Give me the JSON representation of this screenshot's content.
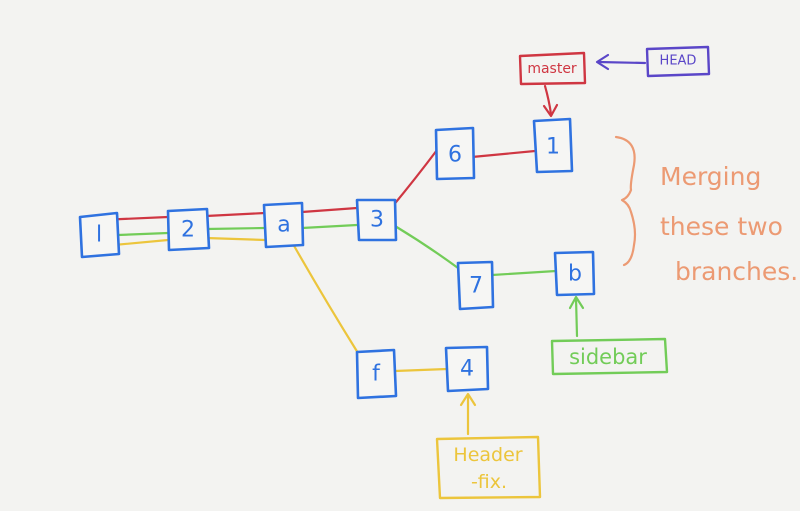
{
  "colors": {
    "node": "#2f72e0",
    "master": "#cf3642",
    "head": "#5a46c8",
    "sidebar": "#72cc58",
    "header_fix": "#ecc53c",
    "note": "#ec9a73"
  },
  "nodes": [
    {
      "id": "n-l",
      "label": "l"
    },
    {
      "id": "n-2",
      "label": "2"
    },
    {
      "id": "n-a",
      "label": "a"
    },
    {
      "id": "n-3",
      "label": "3"
    },
    {
      "id": "n-6-top",
      "label": "6"
    },
    {
      "id": "n-1",
      "label": "1"
    },
    {
      "id": "n-7",
      "label": "7"
    },
    {
      "id": "n-b",
      "label": "b"
    },
    {
      "id": "n-f",
      "label": "f"
    },
    {
      "id": "n-4",
      "label": "4"
    }
  ],
  "labels": {
    "master": "master",
    "head": "HEAD",
    "sidebar": "sidebar",
    "header_fix_line1": "Header",
    "header_fix_line2": "-fix."
  },
  "note": {
    "line1": "Merging",
    "line2": "these two",
    "line3": "branches."
  }
}
